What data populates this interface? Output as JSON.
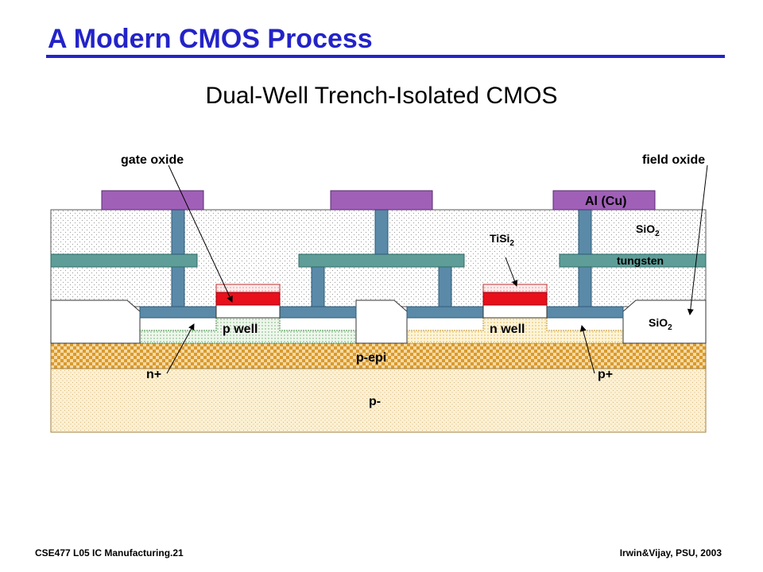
{
  "title": "A Modern CMOS Process",
  "subtitle": "Dual-Well Trench-Isolated CMOS",
  "labels": {
    "gate_oxide": "gate oxide",
    "field_oxide": "field oxide",
    "al_cu": "Al (Cu)",
    "sio2_top": "SiO",
    "sio2_top_sub": "2",
    "tisi2": "TiSi",
    "tisi2_sub": "2",
    "tungsten": "tungsten",
    "sio2_right": "SiO",
    "sio2_right_sub": "2",
    "p_well": "p well",
    "n_well": "n well",
    "p_epi": "p-epi",
    "n_plus": "n+",
    "p_plus": "p+",
    "p_minus": "p-"
  },
  "footer": {
    "left": "CSE477  L05 IC Manufacturing.21",
    "right": "Irwin&Vijay, PSU, 2003"
  },
  "colors": {
    "title": "#2323c8",
    "metal_al": "#a060b8",
    "tungsten": "#5f9e98",
    "contact": "#5a8aa8",
    "tisi2": "#e8101a",
    "epi": "#e0a030",
    "substrate": "#f4e4b8"
  }
}
